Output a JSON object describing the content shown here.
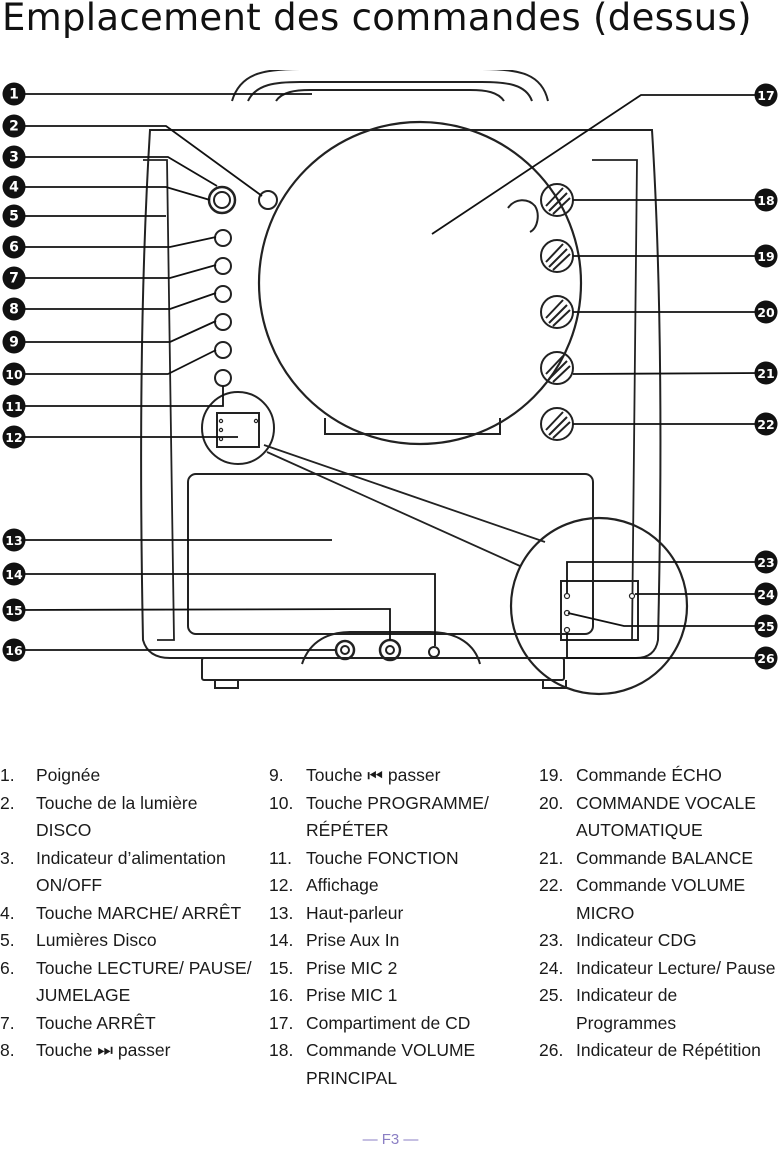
{
  "title": "Emplacement des commandes (dessus)",
  "callouts": [
    "1",
    "2",
    "3",
    "4",
    "5",
    "6",
    "7",
    "8",
    "9",
    "10",
    "11",
    "12",
    "13",
    "14",
    "15",
    "16",
    "17",
    "18",
    "19",
    "20",
    "21",
    "22",
    "23",
    "24",
    "25",
    "26"
  ],
  "legend": {
    "col1": [
      {
        "n": "1.",
        "t": "Poignée"
      },
      {
        "n": "2.",
        "t": "Touche de la lumière DISCO"
      },
      {
        "n": "3.",
        "t": "Indicateur d’alimentation ON/OFF"
      },
      {
        "n": "4.",
        "t": "Touche MARCHE/ ARRÊT"
      },
      {
        "n": "5.",
        "t": "Lumières Disco"
      },
      {
        "n": "6.",
        "t": "Touche LECTURE/ PAUSE/ JUMELAGE"
      },
      {
        "n": "7.",
        "t": "Touche ARRÊT"
      },
      {
        "n": "8.",
        "t": "Touche ⏭ passer"
      }
    ],
    "col2": [
      {
        "n": "9.",
        "t": "Touche ⏮ passer"
      },
      {
        "n": "10.",
        "t": "Touche PROGRAMME/ RÉPÉTER"
      },
      {
        "n": "11.",
        "t": "Touche FONCTION"
      },
      {
        "n": "12.",
        "t": "Affichage"
      },
      {
        "n": "13.",
        "t": "Haut-parleur"
      },
      {
        "n": "14.",
        "t": "Prise Aux In"
      },
      {
        "n": "15.",
        "t": "Prise MIC 2"
      },
      {
        "n": "16.",
        "t": "Prise MIC 1"
      },
      {
        "n": "17.",
        "t": "Compartiment de CD"
      },
      {
        "n": "18.",
        "t": "Commande VOLUME PRINCIPAL"
      }
    ],
    "col3": [
      {
        "n": "19.",
        "t": "Commande ÉCHO"
      },
      {
        "n": "20.",
        "t": "COMMANDE VOCALE AUTOMATIQUE"
      },
      {
        "n": "21.",
        "t": "Commande BALANCE"
      },
      {
        "n": "22.",
        "t": "Commande VOLUME MICRO"
      },
      {
        "n": "23.",
        "t": "Indicateur CDG"
      },
      {
        "n": "24.",
        "t": "Indicateur Lecture/ Pause"
      },
      {
        "n": "25.",
        "t": "Indicateur de Programmes"
      },
      {
        "n": "26.",
        "t": "Indicateur de Répétition"
      }
    ]
  },
  "footer": "F3"
}
